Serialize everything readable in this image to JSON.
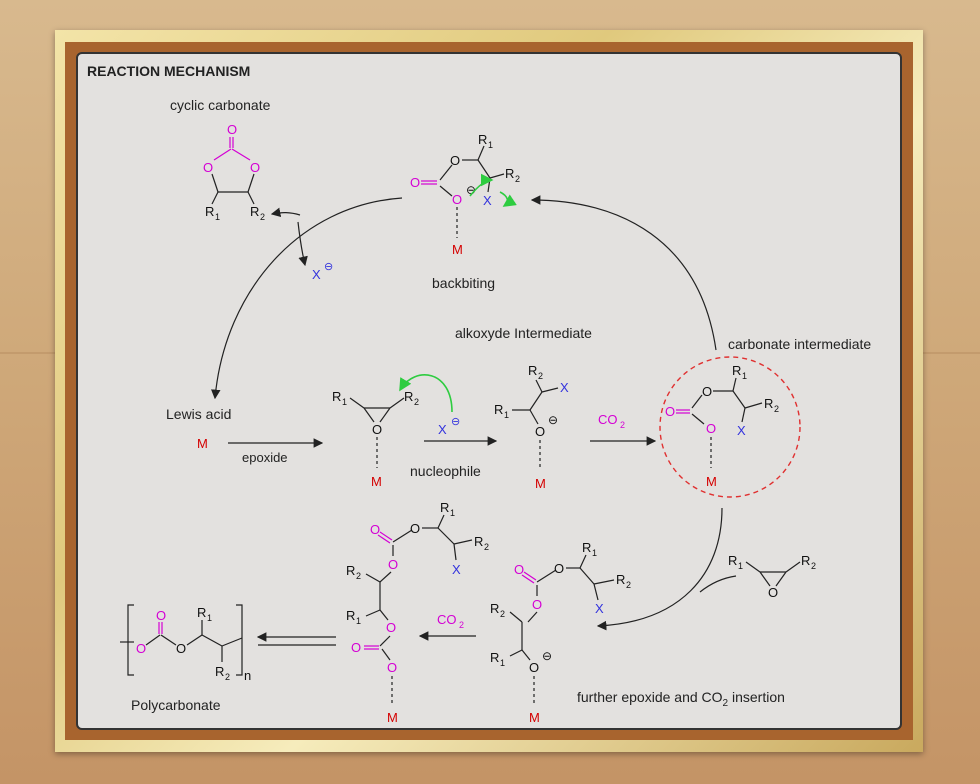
{
  "title": "REACTION MECHANISM",
  "labels": {
    "cyclic_carbonate": "cyclic carbonate",
    "backbiting": "backbiting",
    "alkoxide_intermediate": "alkoxyde Intermediate",
    "carbonate_intermediate": "carbonate intermediate",
    "lewis_acid": "Lewis acid",
    "epoxide": "epoxide",
    "nucleophile": "nucleophile",
    "polycarbonate": "Polycarbonate",
    "further_insertion_pre": "further epoxide and CO",
    "further_insertion_sub": "2",
    "further_insertion_post": " insertion"
  },
  "atoms": {
    "M": "M",
    "O": "O",
    "X": "X",
    "R": "R",
    "one": "1",
    "two": "2",
    "n": "n",
    "CO": "CO",
    "minus": "⊖"
  },
  "colors": {
    "oxygen": "#d400d4",
    "nucleophile": "#3333dd",
    "metal": "#d40000",
    "arrow_green": "#2ecc40",
    "highlight_circle": "#e03030"
  }
}
